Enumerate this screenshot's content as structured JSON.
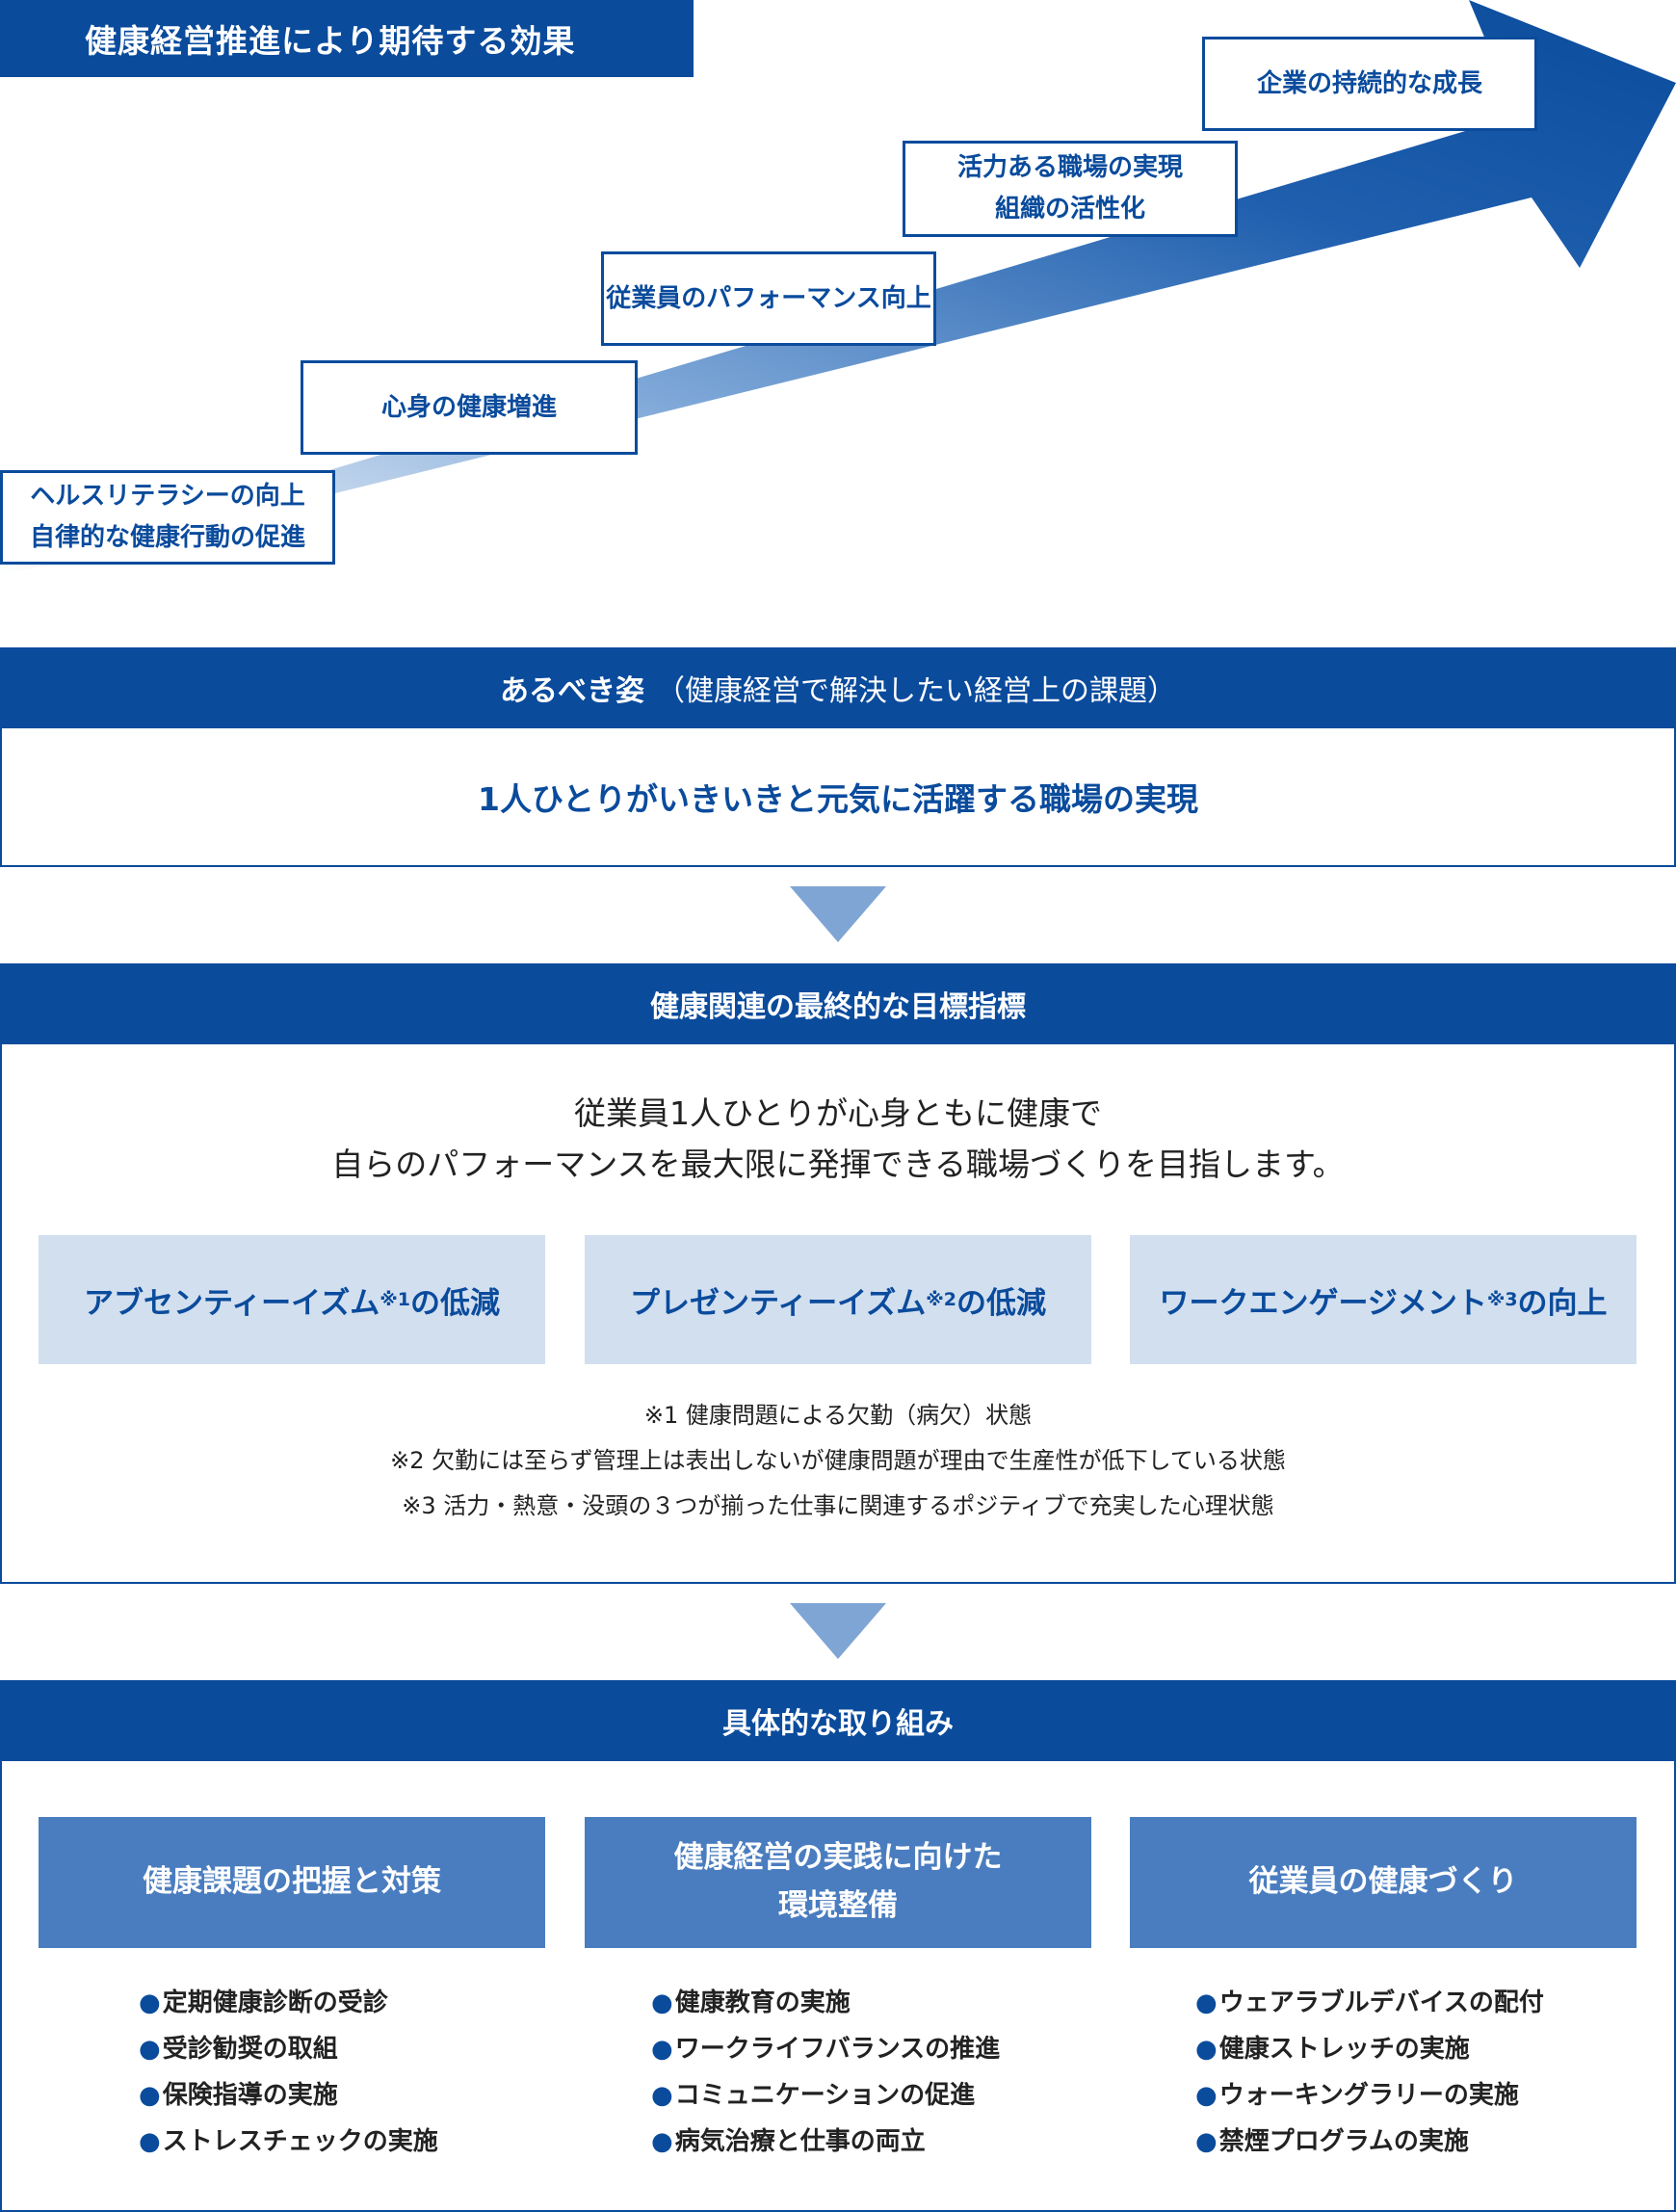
{
  "effects": {
    "title": "健康経営推進により期待する効果",
    "steps": [
      [
        "ヘルスリテラシーの向上",
        "自律的な健康行動の促進"
      ],
      [
        "心身の健康増進"
      ],
      [
        "従業員のパフォーマンス向上"
      ],
      [
        "活力ある職場の実現",
        "組織の活性化"
      ],
      [
        "企業の持続的な成長"
      ]
    ]
  },
  "vision": {
    "title": "あるべき姿",
    "subtitle": "（健康経営で解決したい経営上の課題）",
    "text": "1人ひとりがいきいきと元気に活躍する職場の実現"
  },
  "goals": {
    "title": "健康関連の最終的な目標指標",
    "statement": [
      "従業員1人ひとりが心身ともに健康で",
      "自らのパフォーマンスを最大限に発揮できる職場づくりを目指します。"
    ],
    "kpis": [
      {
        "pre": "アブセンティーイズム",
        "note": "※1",
        "post": "の低減"
      },
      {
        "pre": "プレゼンティーイズム",
        "note": "※2",
        "post": "の低減"
      },
      {
        "pre": "ワークエンゲージメント",
        "note": "※3",
        "post": "の向上"
      }
    ],
    "notes": [
      "※1 健康問題による欠勤（病欠）状態",
      "※2 欠勤には至らず管理上は表出しないが健康問題が理由で生産性が低下している状態",
      "※3 活力・熱意・没頭の３つが揃った仕事に関連するポジティブで充実した心理状態"
    ]
  },
  "initiatives": {
    "title": "具体的な取り組み",
    "bullet": "●",
    "columns": [
      {
        "title": [
          "健康課題の把握と対策"
        ],
        "items": [
          "定期健康診断の受診",
          "受診勧奨の取組",
          "保険指導の実施",
          "ストレスチェックの実施"
        ]
      },
      {
        "title": [
          "健康経営の実践に向けた",
          "環境整備"
        ],
        "items": [
          "健康教育の実施",
          "ワークライフバランスの推進",
          "コミュニケーションの促進",
          "病気治療と仕事の両立"
        ]
      },
      {
        "title": [
          "従業員の健康づくり"
        ],
        "items": [
          "ウェアラブルデバイスの配付",
          "健康ストレッチの実施",
          "ウォーキングラリーの実施",
          "禁煙プログラムの実施"
        ]
      }
    ]
  },
  "colors": {
    "primary": "#0a4b9c",
    "light_blue": "#d2dfef",
    "mid_blue": "#4a7dbf",
    "triangle": "#7fa5d4"
  }
}
